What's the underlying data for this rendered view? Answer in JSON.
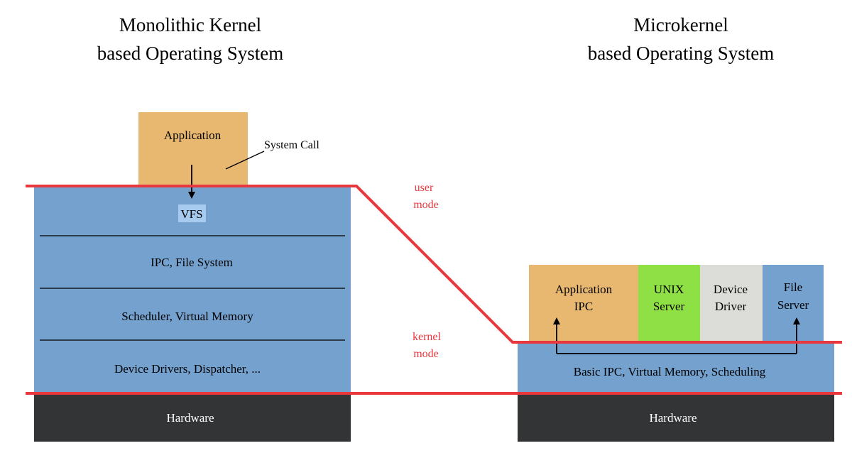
{
  "left": {
    "title_line1": "Monolithic Kernel",
    "title_line2": "based Operating System",
    "application": "Application",
    "system_call": "System Call",
    "vfs": "VFS",
    "ipc_fs": "IPC, File System",
    "scheduler": "Scheduler, Virtual Memory",
    "drivers": "Device Drivers, Dispatcher, ...",
    "hardware": "Hardware"
  },
  "right": {
    "title_line1": "Microkernel",
    "title_line2": "based Operating System",
    "app_ipc_line1": "Application",
    "app_ipc_line2": "IPC",
    "unix_line1": "UNIX",
    "unix_line2": "Server",
    "device_line1": "Device",
    "device_line2": "Driver",
    "file_line1": "File",
    "file_line2": "Server",
    "basic": "Basic IPC, Virtual Memory, Scheduling",
    "hardware": "Hardware"
  },
  "modes": {
    "user_line1": "user",
    "user_line2": "mode",
    "kernel_line1": "kernel",
    "kernel_line2": "mode"
  },
  "colors": {
    "orange": "#E8B770",
    "blue": "#74A1CE",
    "green": "#8EE045",
    "gray": "#DCDCD8",
    "dark": "#323436",
    "red": "#E8373D"
  }
}
